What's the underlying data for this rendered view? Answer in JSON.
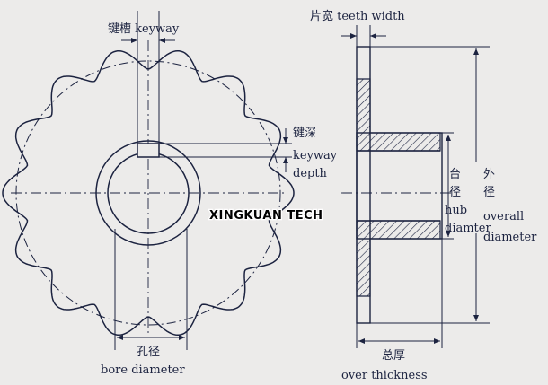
{
  "labels": {
    "keyway": "键槽 keyway",
    "teeth_width": "片宽 teeth width",
    "keyway_depth_cn": "键深",
    "keyway_depth_en1": "keyway",
    "keyway_depth_en2": "depth",
    "hub_cn1": "台",
    "hub_cn2": "径",
    "hub_en1": "hub",
    "hub_en2": "diamter",
    "overall_cn1": "外",
    "overall_cn2": "径",
    "overall_en1": "overall",
    "overall_en2": "diameter",
    "bore_cn": "孔径",
    "bore_en": "bore diameter",
    "thickness_cn": "总厚",
    "thickness_en": "over thickness"
  },
  "watermark": "XINGKUAN TECH",
  "colors": {
    "ink": "#1c2340",
    "paper": "#ecebea",
    "pen": "#6a3fa0"
  }
}
